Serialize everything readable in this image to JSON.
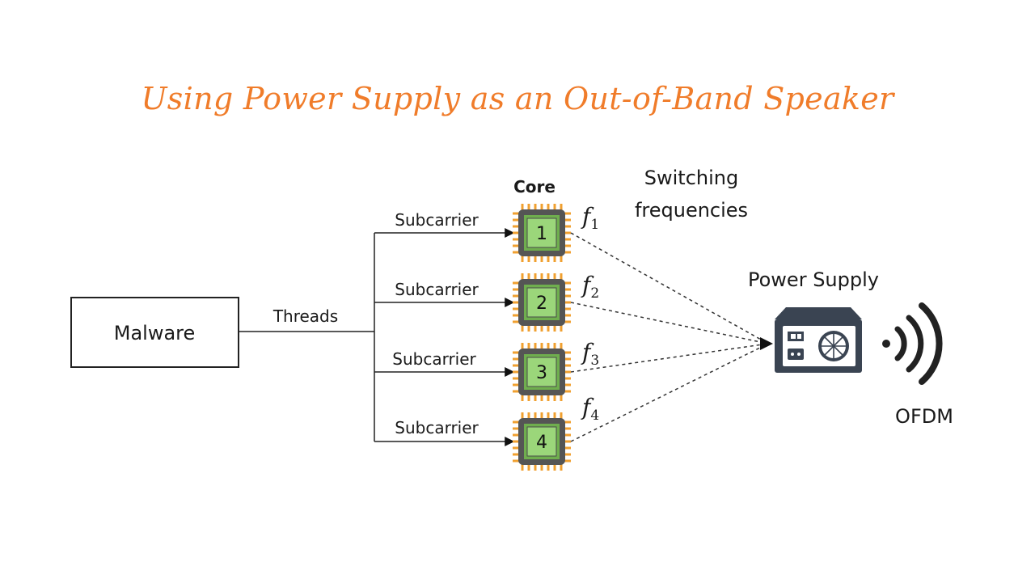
{
  "title": "Using Power Supply as an Out-of-Band Speaker",
  "malware": "Malware",
  "threads": "Threads",
  "core_header": "Core",
  "switching": [
    "Switching",
    "frequencies"
  ],
  "power_supply": "Power Supply",
  "ofdm": "OFDM",
  "cores": [
    {
      "num": "1",
      "subcarrier": "Subcarrier",
      "freq": "f",
      "sub": "1"
    },
    {
      "num": "2",
      "subcarrier": "Subcarrier",
      "freq": "f",
      "sub": "2"
    },
    {
      "num": "3",
      "subcarrier": "Subcarrier",
      "freq": "f",
      "sub": "3"
    },
    {
      "num": "4",
      "subcarrier": "Subcarrier",
      "freq": "f",
      "sub": "4"
    }
  ],
  "colors": {
    "title": "#f07c2a",
    "chip_pins": "#f0a030",
    "chip_body": "#555555",
    "chip_die": "#9bd67a",
    "psu": "#3a4452"
  }
}
